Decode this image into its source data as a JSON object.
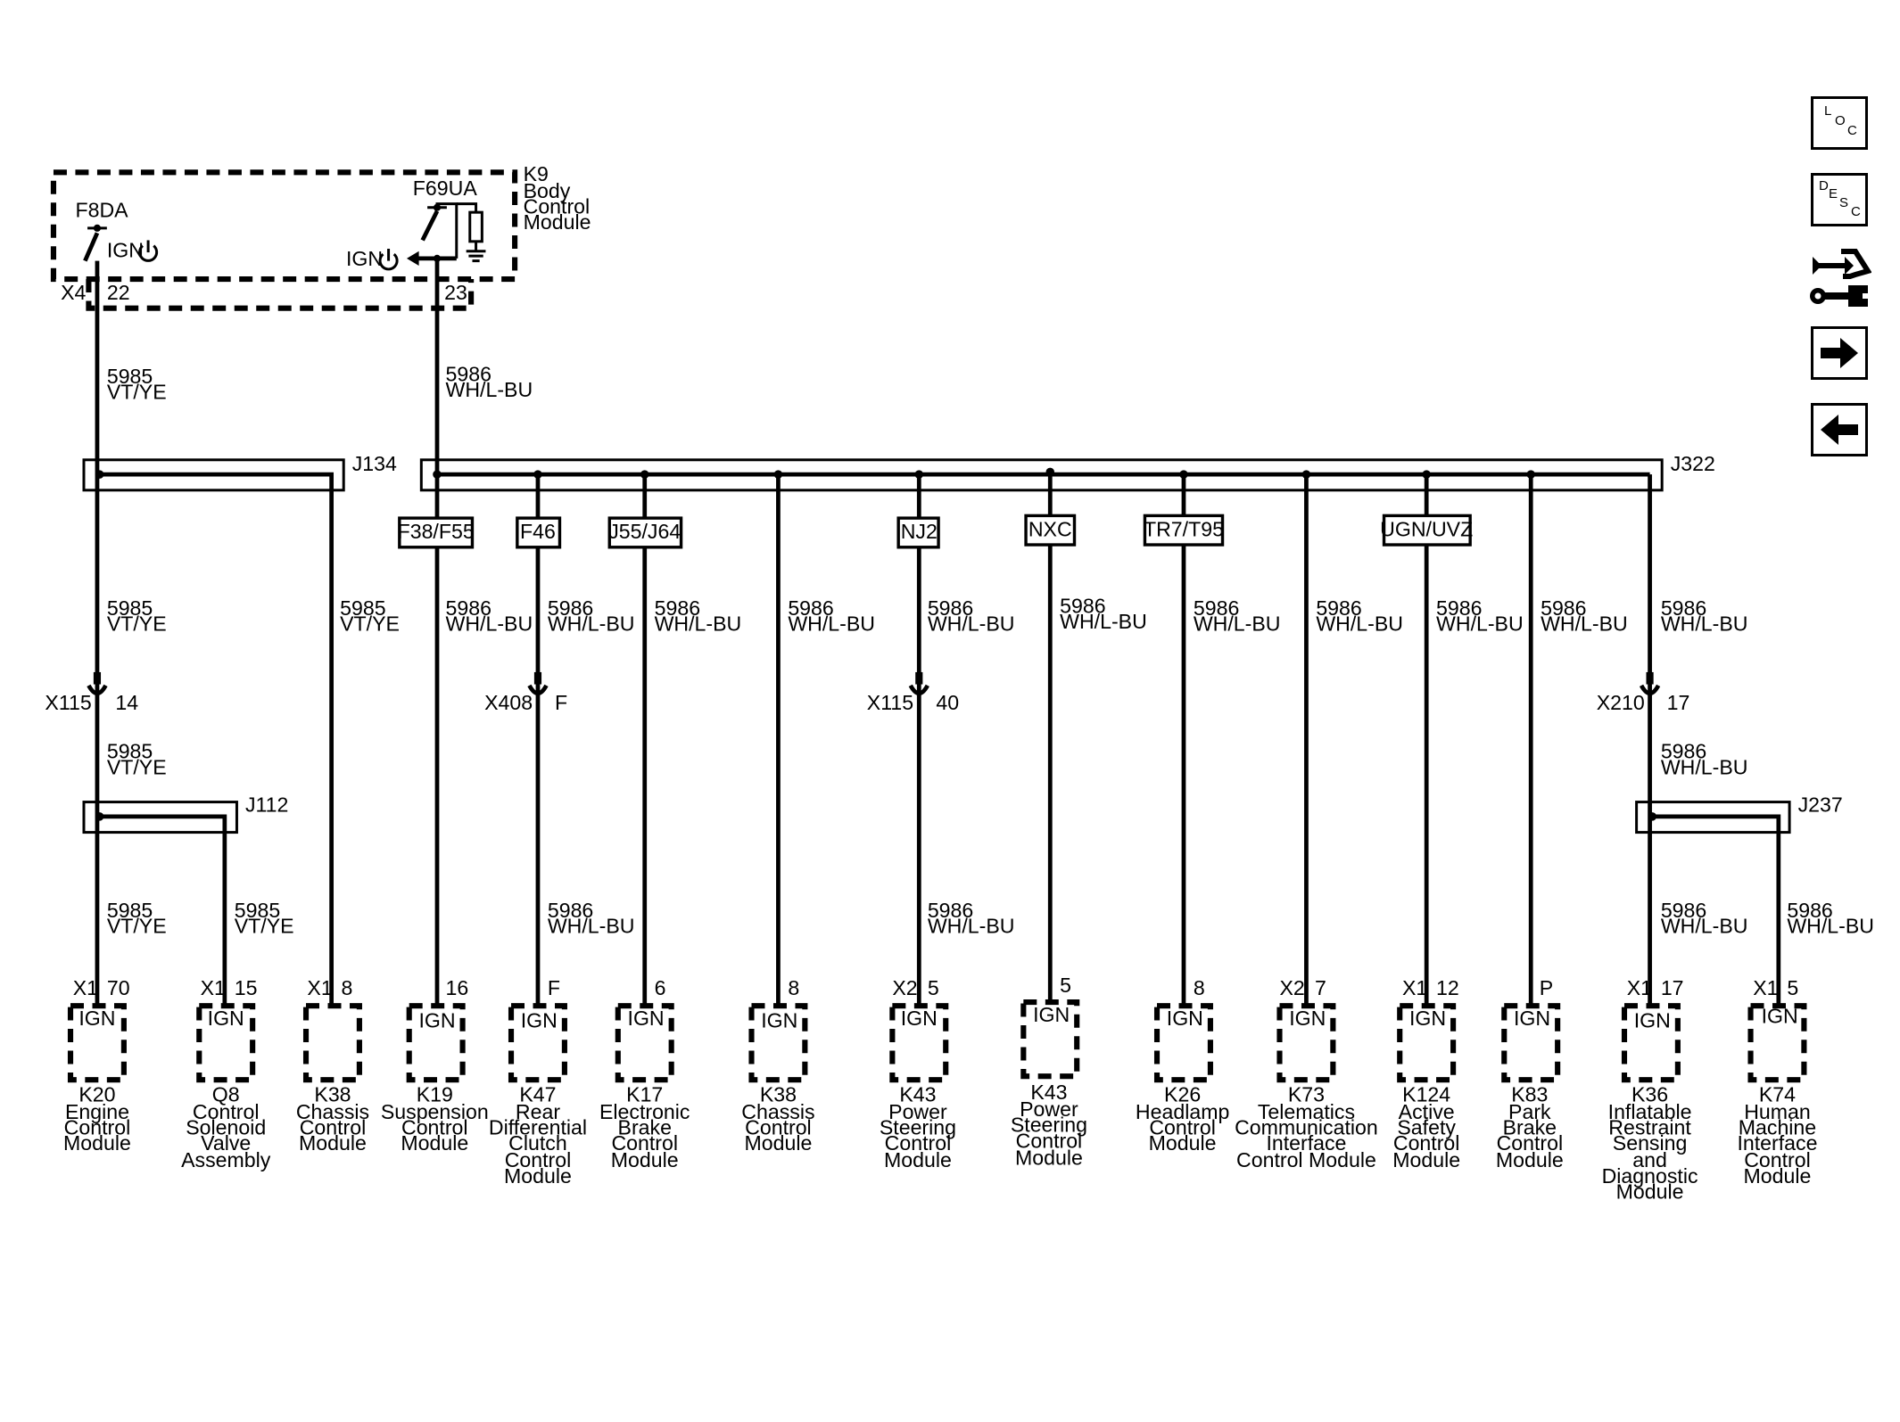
{
  "bcm": {
    "ref": "K9",
    "name_lines": [
      "Body",
      "Control",
      "Module"
    ],
    "fuse_left": "F8DA",
    "fuse_right": "F69UA",
    "ign_label": "IGN",
    "left_connector": "X4",
    "left_pin": "22",
    "right_pin": "23"
  },
  "wires": {
    "left_circuit": "5985",
    "left_color": "VT/YE",
    "right_circuit": "5986",
    "right_color": "WH/L-BU"
  },
  "splices": {
    "j134": "J134",
    "j322": "J322",
    "j112": "J112",
    "j237": "J237"
  },
  "options": {
    "f38": "F38/F55",
    "f46": "F46",
    "j55": "J55/J64",
    "nj2": "NJ2",
    "nxc": "NXC",
    "tr7": "TR7/T95",
    "ugn": "UGN/UVZ"
  },
  "inline_connectors": {
    "x115a": {
      "conn": "X115",
      "pin": "14"
    },
    "x408": {
      "conn": "X408",
      "pin": "F"
    },
    "x115b": {
      "conn": "X115",
      "pin": "40"
    },
    "x210": {
      "conn": "X210",
      "pin": "17"
    }
  },
  "modules": {
    "k20": {
      "conn": "X1",
      "pin": "70",
      "ign": "IGN",
      "lines": [
        "K20",
        "Engine",
        "Control",
        "Module"
      ]
    },
    "q8": {
      "conn": "X1",
      "pin": "15",
      "ign": "IGN",
      "lines": [
        "Q8",
        "Control",
        "Solenoid",
        "Valve",
        "Assembly"
      ]
    },
    "k38a": {
      "conn": "X1",
      "pin": "8",
      "lines": [
        "K38",
        "Chassis",
        "Control",
        "Module"
      ]
    },
    "k19": {
      "pin": "16",
      "ign": "IGN",
      "lines": [
        "K19",
        "Suspension",
        "Control",
        "Module"
      ]
    },
    "k47": {
      "pin": "F",
      "ign": "IGN",
      "lines": [
        "K47",
        "Rear",
        "Differential",
        "Clutch",
        "Control",
        "Module"
      ]
    },
    "k17": {
      "pin": "6",
      "ign": "IGN",
      "lines": [
        "K17",
        "Electronic",
        "Brake",
        "Control",
        "Module"
      ]
    },
    "k38b": {
      "pin": "8",
      "ign": "IGN",
      "lines": [
        "K38",
        "Chassis",
        "Control",
        "Module"
      ]
    },
    "k43a": {
      "conn": "X2",
      "pin": "5",
      "ign": "IGN",
      "lines": [
        "K43",
        "Power",
        "Steering",
        "Control",
        "Module"
      ]
    },
    "k43b": {
      "pin": "5",
      "ign": "IGN",
      "lines": [
        "K43",
        "Power",
        "Steering",
        "Control",
        "Module"
      ]
    },
    "k26": {
      "pin": "8",
      "ign": "IGN",
      "lines": [
        "K26",
        "Headlamp",
        "Control",
        "Module"
      ]
    },
    "k73": {
      "conn": "X2",
      "pin": "7",
      "ign": "IGN",
      "lines": [
        "K73",
        "Telematics",
        "Communication",
        "Interface",
        "Control Module"
      ]
    },
    "k124": {
      "conn": "X1",
      "pin": "12",
      "ign": "IGN",
      "lines": [
        "K124",
        "Active",
        "Safety",
        "Control",
        "Module"
      ]
    },
    "k83": {
      "pin": "P",
      "ign": "IGN",
      "lines": [
        "K83",
        "Park",
        "Brake",
        "Control",
        "Module"
      ]
    },
    "k36": {
      "conn": "X1",
      "pin": "17",
      "ign": "IGN",
      "lines": [
        "K36",
        "Inflatable",
        "Restraint",
        "Sensing",
        "and",
        "Diagnostic",
        "Module"
      ]
    },
    "k74": {
      "conn": "X1",
      "pin": "5",
      "ign": "IGN",
      "lines": [
        "K74",
        "Human",
        "Machine",
        "Interface",
        "Control",
        "Module"
      ]
    }
  },
  "nav": {
    "loc": [
      "L",
      "O",
      "C"
    ],
    "desc": [
      "D",
      "E",
      "S",
      "C"
    ],
    "tools_icon": "wiring-tools-icon",
    "next_icon": "arrow-right-icon",
    "prev_icon": "arrow-left-icon"
  }
}
